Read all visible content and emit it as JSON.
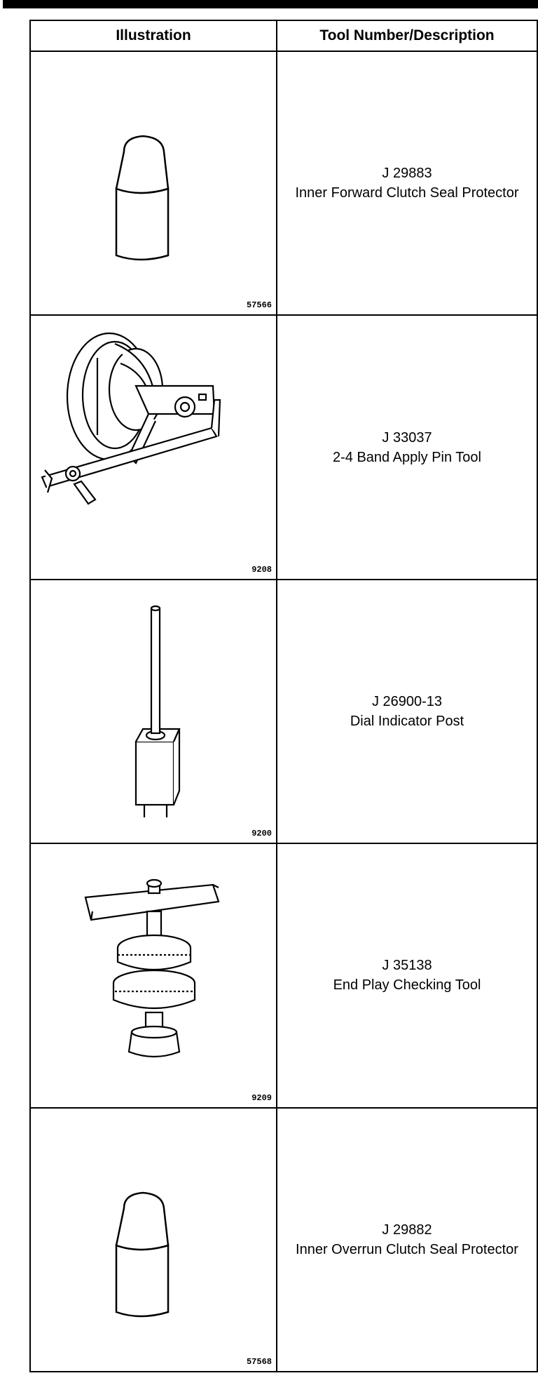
{
  "header": {
    "illustration_label": "Illustration",
    "tool_label": "Tool Number/Description"
  },
  "tools": [
    {
      "figure": "57566",
      "number": "J 29883",
      "description": "Inner Forward Clutch Seal Protector",
      "icon": "seal-protector-icon"
    },
    {
      "figure": "9208",
      "number": "J 33037",
      "description": "2-4 Band Apply Pin Tool",
      "icon": "band-apply-pin-tool-icon"
    },
    {
      "figure": "9200",
      "number": "J 26900-13",
      "description": "Dial Indicator Post",
      "icon": "dial-indicator-post-icon"
    },
    {
      "figure": "9209",
      "number": "J 35138",
      "description": "End Play Checking Tool",
      "icon": "end-play-checking-tool-icon"
    },
    {
      "figure": "57568",
      "number": "J 29882",
      "description": "Inner Overrun Clutch Seal Protector",
      "icon": "seal-protector-icon"
    }
  ]
}
